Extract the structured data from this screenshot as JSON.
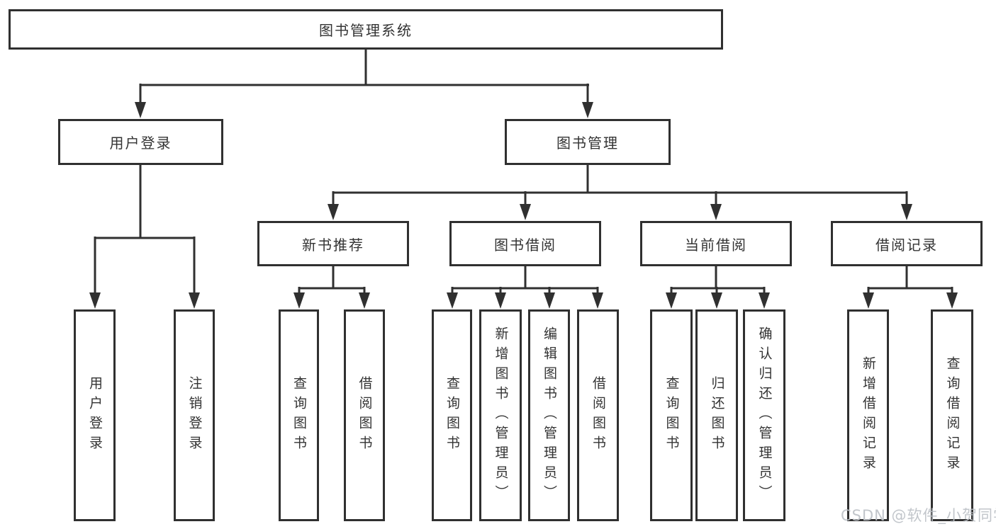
{
  "tree": {
    "label": "图书管理系统",
    "children": [
      {
        "label": "用户登录",
        "children": [
          {
            "label": "用户登录"
          },
          {
            "label": "注销登录"
          }
        ]
      },
      {
        "label": "图书管理",
        "children": [
          {
            "label": "新书推荐",
            "children": [
              {
                "label": "查询图书"
              },
              {
                "label": "借阅图书"
              }
            ]
          },
          {
            "label": "图书借阅",
            "children": [
              {
                "label": "查询图书"
              },
              {
                "label": "新增图书（管理员）"
              },
              {
                "label": "编辑图书（管理员）"
              },
              {
                "label": "借阅图书"
              }
            ]
          },
          {
            "label": "当前借阅",
            "children": [
              {
                "label": "查询图书"
              },
              {
                "label": "归还图书"
              },
              {
                "label": "确认归还（管理员）"
              }
            ]
          },
          {
            "label": "借阅记录",
            "children": [
              {
                "label": "新增借阅记录"
              },
              {
                "label": "查询借阅记录"
              }
            ]
          }
        ]
      }
    ]
  },
  "watermark": {
    "text": "CSDN @软件_小贺同学"
  },
  "colors": {
    "line": "#303030",
    "box_border": "#303030",
    "text": "#333333",
    "watermark": "#bdc1c7",
    "background": "#ffffff"
  }
}
